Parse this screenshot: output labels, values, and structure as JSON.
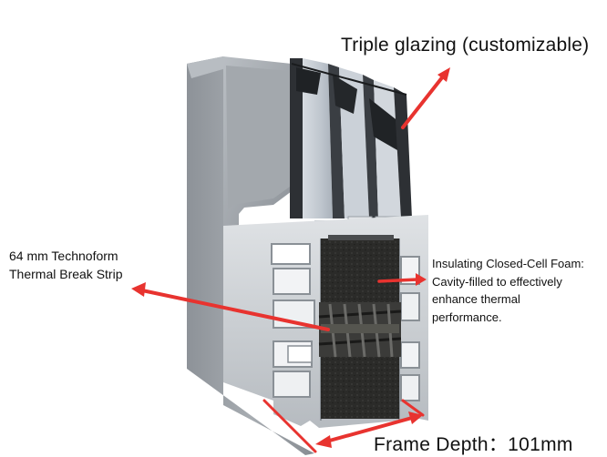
{
  "labels": {
    "glazing": "Triple glazing (customizable)",
    "strip": "64 mm Technoform\nThermal Break Strip",
    "foam": "Insulating Closed-Cell Foam:\nCavity-filled to effectively\nenhance thermal\nperformance.",
    "depth": "Frame Depth：101mm"
  },
  "colors": {
    "arrow": "#e8332f",
    "aluminum": "#9aa0a6",
    "aluminum_dark": "#6e747a",
    "foam": "#2a2a28",
    "glass": "#c9cfd6"
  }
}
